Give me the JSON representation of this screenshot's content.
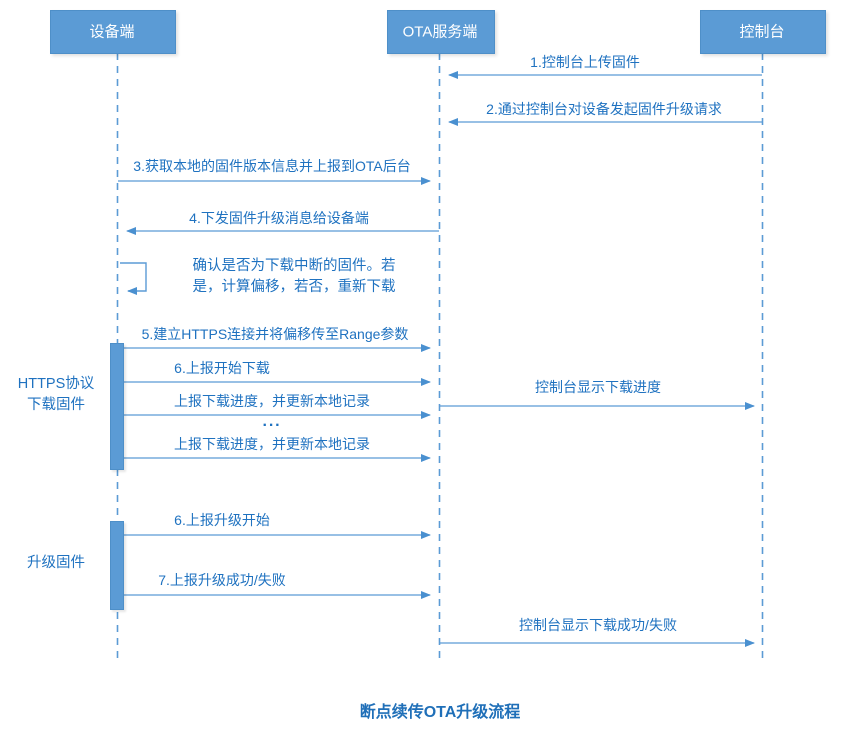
{
  "diagram": {
    "title": "断点续传OTA升级流程",
    "accent_color": "#5b9bd5",
    "text_color": "#1f72c0",
    "background": "#ffffff",
    "actors": [
      {
        "name": "device",
        "label": "设备端"
      },
      {
        "name": "ota-server",
        "label": "OTA服务端"
      },
      {
        "name": "console",
        "label": "控制台"
      }
    ],
    "groups": [
      {
        "name": "https-download",
        "label": "HTTPS协议\n下载固件"
      },
      {
        "name": "upgrade-firmware",
        "label": "升级固件"
      }
    ],
    "notes": [
      {
        "name": "resume-check-note",
        "text": "确认是否为下载中断的固件。若\n是，计算偏移，若否，重新下载"
      }
    ],
    "ellipsis": "···",
    "messages": [
      {
        "id": "m1",
        "label": "1.控制台上传固件",
        "from": "console",
        "to": "ota-server",
        "direction": "left"
      },
      {
        "id": "m2",
        "label": "2.通过控制台对设备发起固件升级请求",
        "from": "console",
        "to": "ota-server",
        "direction": "left"
      },
      {
        "id": "m3",
        "label": "3.获取本地的固件版本信息并上报到OTA后台",
        "from": "device",
        "to": "ota-server",
        "direction": "right"
      },
      {
        "id": "m4",
        "label": "4.下发固件升级消息给设备端",
        "from": "ota-server",
        "to": "device",
        "direction": "left"
      },
      {
        "id": "m5",
        "label": "5.建立HTTPS连接并将偏移传至Range参数",
        "from": "device",
        "to": "ota-server",
        "direction": "right"
      },
      {
        "id": "m6",
        "label": "6.上报开始下载",
        "from": "device",
        "to": "ota-server",
        "direction": "right"
      },
      {
        "id": "m7",
        "label": "上报下载进度，并更新本地记录",
        "from": "device",
        "to": "ota-server",
        "direction": "right"
      },
      {
        "id": "m8",
        "label": "上报下载进度，并更新本地记录",
        "from": "device",
        "to": "ota-server",
        "direction": "right"
      },
      {
        "id": "m9",
        "label": "控制台显示下载进度",
        "from": "ota-server",
        "to": "console",
        "direction": "right"
      },
      {
        "id": "m10",
        "label": "6.上报升级开始",
        "from": "device",
        "to": "ota-server",
        "direction": "right"
      },
      {
        "id": "m11",
        "label": "7.上报升级成功/失败",
        "from": "device",
        "to": "ota-server",
        "direction": "right"
      },
      {
        "id": "m12",
        "label": "控制台显示下载成功/失败",
        "from": "ota-server",
        "to": "console",
        "direction": "right"
      }
    ],
    "self_message": {
      "name": "resume-check-self-call",
      "actor": "device"
    }
  }
}
